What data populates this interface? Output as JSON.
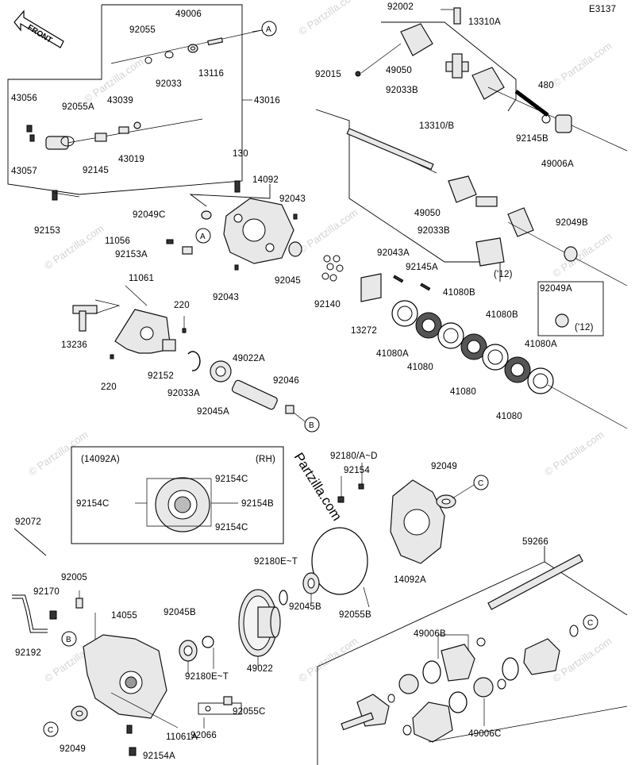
{
  "diagram_code": "E3137",
  "front_label": "FRONT",
  "watermark_main": "Partzilla.com",
  "watermark_repeat": "© Partzilla.com",
  "inset_title": "(14092A)",
  "inset_side": "(RH)",
  "callouts": {
    "A": "A",
    "B": "B",
    "C": "C"
  },
  "labels": {
    "p92002": "92002",
    "p13310A": "13310A",
    "p92015": "92015",
    "p49050a": "49050",
    "p92033Ba": "92033B",
    "p480": "480",
    "p92145B": "92145B",
    "p49006A": "49006A",
    "p13310B": "13310/B",
    "p49050b": "49050",
    "p92033Bb": "92033B",
    "p92049B": "92049B",
    "p12a": "('12)",
    "p92049A": "92049A",
    "p12b": "('12)",
    "p92055": "92055",
    "p49006": "49006",
    "p92033": "92033",
    "p13116": "13116",
    "p43056": "43056",
    "p92055A": "92055A",
    "p43039": "43039",
    "p43016": "43016",
    "p43057": "43057",
    "p92145": "92145",
    "p43019": "43019",
    "p92153": "92153",
    "p130": "130",
    "p14092": "14092",
    "p92043a": "92043",
    "p92049C": "92049C",
    "p11056": "11056",
    "p92153A": "92153A",
    "p92045": "92045",
    "p92043b": "92043",
    "p92043A": "92043A",
    "p92145A": "92145A",
    "p92140": "92140",
    "p13272": "13272",
    "p41080B1": "41080B",
    "p41080B2": "41080B",
    "p41080A1": "41080A",
    "p41080a": "41080",
    "p41080b": "41080",
    "p41080c": "41080",
    "p41080A2": "41080A",
    "p11061": "11061",
    "p220a": "220",
    "p13236": "13236",
    "p220b": "220",
    "p92152": "92152",
    "p92033A": "92033A",
    "p49022A": "49022A",
    "p92046": "92046",
    "p92045A": "92045A",
    "p92154Ca": "92154C",
    "p92154Cb": "92154C",
    "p92154B": "92154B",
    "p92154Cc": "92154C",
    "p92180AD": "92180/A~D",
    "p92154": "92154",
    "p92049a": "92049",
    "p14092A": "14092A",
    "p92072": "92072",
    "p92180ET1": "92180E~T",
    "p92045Ba": "92045B",
    "p92055B": "92055B",
    "p59266": "59266",
    "p92005": "92005",
    "p92170": "92170",
    "p14055": "14055",
    "p92045Bb": "92045B",
    "p49006B": "49006B",
    "p92192": "92192",
    "p92180ET2": "92180E~T",
    "p49022": "49022",
    "p92055C": "92055C",
    "p11061A": "11061A",
    "p49006C": "49006C",
    "p92049b": "92049",
    "p92154A": "92154A",
    "p92066": "92066"
  }
}
